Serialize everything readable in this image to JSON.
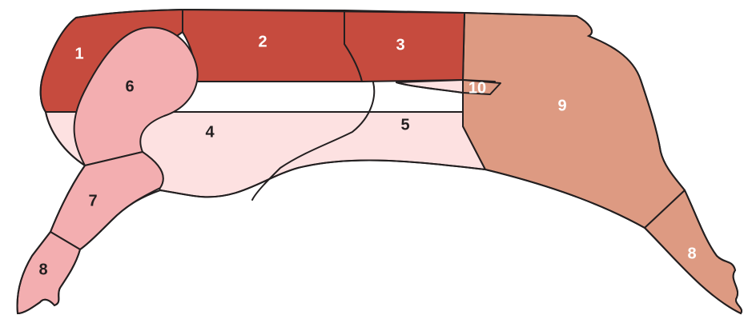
{
  "colors": {
    "dark_red": "#c64b3e",
    "salmon": "#dd9a82",
    "pink": "#f3aeb0",
    "light_pink": "#fde1e1",
    "outline": "#231f20",
    "label_light": "#ffffff",
    "label_dark": "#231f20"
  },
  "cuts": [
    {
      "id": "1",
      "label": "1"
    },
    {
      "id": "2",
      "label": "2"
    },
    {
      "id": "3",
      "label": "3"
    },
    {
      "id": "4",
      "label": "4"
    },
    {
      "id": "5",
      "label": "5"
    },
    {
      "id": "6",
      "label": "6"
    },
    {
      "id": "7",
      "label": "7"
    },
    {
      "id": "8_front",
      "label": "8"
    },
    {
      "id": "8_rear",
      "label": "8"
    },
    {
      "id": "9",
      "label": "9"
    },
    {
      "id": "10",
      "label": "10"
    }
  ]
}
